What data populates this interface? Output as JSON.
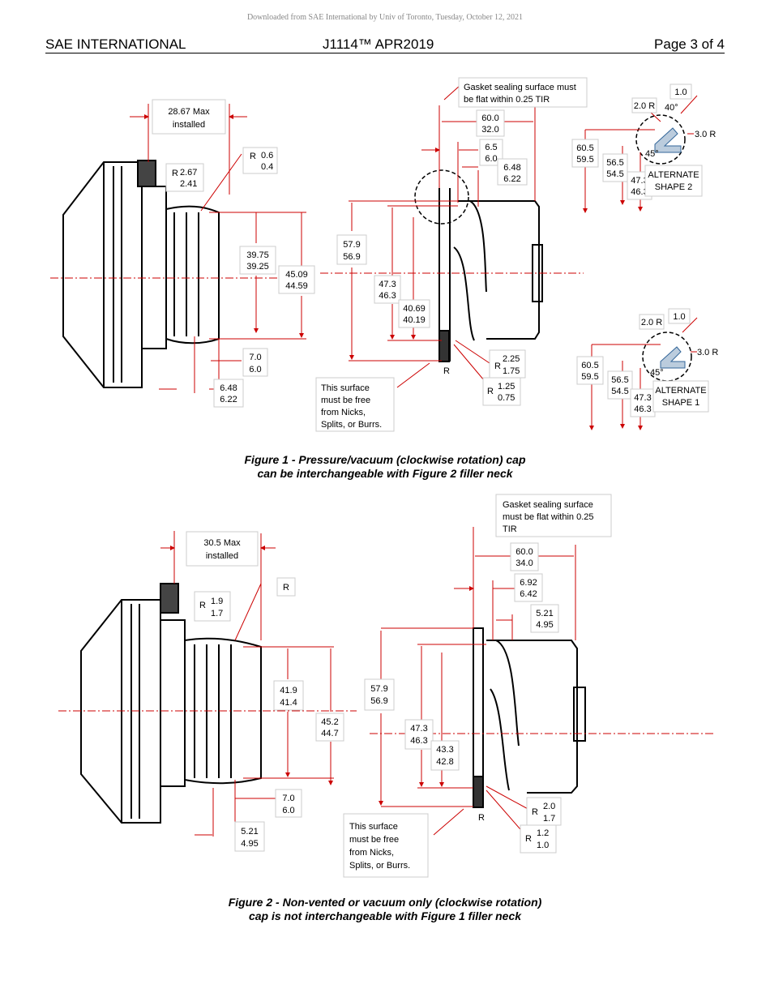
{
  "download_note": "Downloaded from SAE International by Univ of Toronto, Tuesday, October 12, 2021",
  "header": {
    "left": "SAE INTERNATIONAL",
    "center": "J1114™ APR2019",
    "right": "Page 3 of 4"
  },
  "figure1": {
    "caption_line1": "Figure 1 - Pressure/vacuum (clockwise rotation) cap",
    "caption_line2": "can be interchangeable with Figure 2 filler neck",
    "max_installed": [
      "28.67 Max",
      "installed"
    ],
    "gasket_note": [
      "Gasket sealing surface must",
      "be flat within 0.25 TIR"
    ],
    "surface_note": [
      "This surface",
      "must be free",
      "from Nicks,",
      "Splits, or Burrs."
    ],
    "r_label": "R",
    "dims": {
      "r_267": [
        "2.67",
        "2.41"
      ],
      "r_06": [
        "0.6",
        "0.4"
      ],
      "d3975": [
        "39.75",
        "39.25"
      ],
      "d4509": [
        "45.09",
        "44.59"
      ],
      "d70": [
        "7.0",
        "6.0"
      ],
      "d648a": [
        "6.48",
        "6.22"
      ],
      "d600": [
        "60.0",
        "32.0"
      ],
      "d65": [
        "6.5",
        "6.0"
      ],
      "d648b": [
        "6.48",
        "6.22"
      ],
      "d579": [
        "57.9",
        "56.9"
      ],
      "d473": [
        "47.3",
        "46.3"
      ],
      "d4069": [
        "40.69",
        "40.19"
      ],
      "r225": [
        "2.25",
        "1.75"
      ],
      "r125": [
        "1.25",
        "0.75"
      ],
      "alt2": {
        "d605": [
          "60.5",
          "59.5"
        ],
        "d565": [
          "56.5",
          "54.5"
        ],
        "d473": [
          "47.3",
          "46.3"
        ],
        "r20": "2.0 R",
        "r30": "3.0 R",
        "v10": "1.0",
        "a40": "40°",
        "a45": "45°",
        "label": [
          "ALTERNATE",
          "SHAPE 2"
        ]
      },
      "alt1": {
        "d605": [
          "60.5",
          "59.5"
        ],
        "d565": [
          "56.5",
          "54.5"
        ],
        "d473": [
          "47.3",
          "46.3"
        ],
        "r20": "2.0 R",
        "r30": "3.0 R",
        "v10": "1.0",
        "a45": "45°",
        "label": [
          "ALTERNATE",
          "SHAPE 1"
        ]
      }
    }
  },
  "figure2": {
    "caption_line1": "Figure 2 - Non-vented or vacuum only (clockwise rotation)",
    "caption_line2": "cap is not interchangeable with Figure 1 filler neck",
    "max_installed": [
      "30.5 Max",
      "installed"
    ],
    "gasket_note": [
      "Gasket sealing surface",
      "must be flat within 0.25",
      "TIR"
    ],
    "surface_note": [
      "This surface",
      "must be free",
      "from Nicks,",
      "Splits, or Burrs."
    ],
    "r_label": "R",
    "dims": {
      "r19": [
        "1.9",
        "1.7"
      ],
      "d419": [
        "41.9",
        "41.4"
      ],
      "d452": [
        "45.2",
        "44.7"
      ],
      "d70": [
        "7.0",
        "6.0"
      ],
      "d521a": [
        "5.21",
        "4.95"
      ],
      "d600": [
        "60.0",
        "34.0"
      ],
      "d692": [
        "6.92",
        "6.42"
      ],
      "d521b": [
        "5.21",
        "4.95"
      ],
      "d579": [
        "57.9",
        "56.9"
      ],
      "d473": [
        "47.3",
        "46.3"
      ],
      "d433": [
        "43.3",
        "42.8"
      ],
      "r20": [
        "2.0",
        "1.7"
      ],
      "r12": [
        "1.2",
        "1.0"
      ]
    }
  }
}
